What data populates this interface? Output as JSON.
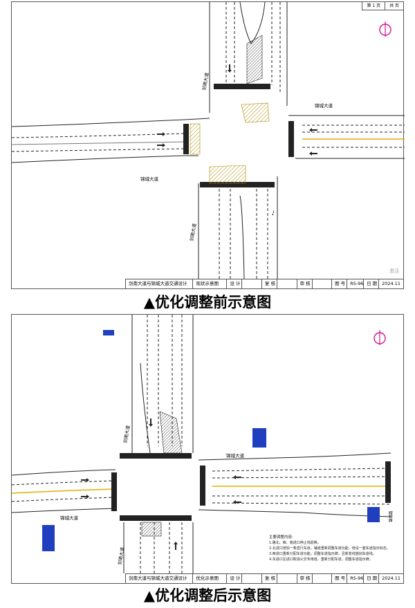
{
  "colors": {
    "road_line": "#222222",
    "hatch_yellow": "#f2c230",
    "center_line": "#e0b000",
    "sign_blue": "#1f3fbf",
    "compass": "#d4148c"
  },
  "top_panel": {
    "sheet_info": {
      "sheet": "第 1 页",
      "total": "共 页"
    },
    "road_labels": {
      "north_road": "剑南大道",
      "east_road": "锦城大道",
      "west_road": "锦城大道",
      "south_road": "剑南大道"
    },
    "title_block": {
      "project": "剑南大道与锦城大道交通设计",
      "drawing": "现状示意图",
      "design": "设 计",
      "review": "复 核",
      "approve": "审 核",
      "number_label": "图 号",
      "number": "RS-96",
      "date_label": "日 期",
      "date": "2024.11"
    },
    "watermark": "激活"
  },
  "top_caption": "▲优化调整前示意图",
  "bottom_panel": {
    "road_labels": {
      "north_road": "剑南大道",
      "east_road": "锦城大道",
      "west_road": "锦城大道",
      "south_road": "剑南大道",
      "far_east_road": "锦城路"
    },
    "notes": {
      "title": "主要调整内容:",
      "items": [
        "1.路北、西、南进口停止线前移。",
        "2.北进口增加一条直行车道，辅道重新调整车道功能，增设一套车道指示标志。",
        "3.西进口重新分配车道功能，调整车道指示牌，且新变线施划车道线。",
        "4.东进口左进口取消公交专用道，重新分配车道，调整车道指示牌。"
      ]
    },
    "title_block": {
      "project": "剑南大道与锦城大道交通设计",
      "drawing": "优化示意图",
      "design": "设 计",
      "review": "复 核",
      "approve": "审 核",
      "number_label": "图 号",
      "number": "RS-96",
      "date_label": "日 期",
      "date": "2024.11"
    }
  },
  "bottom_caption": "▲优化调整后示意图"
}
